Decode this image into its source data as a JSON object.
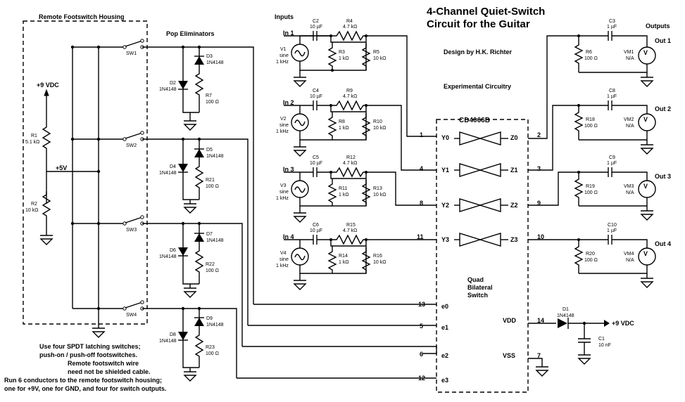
{
  "title": [
    "4-Channel Quiet-Switch",
    "Circuit for the Guitar"
  ],
  "design_by": "Design by H.K. Richter",
  "experimental": "Experimental Circuitry",
  "inputs_header": "Inputs",
  "outputs_header": "Outputs",
  "housing_label": "Remote Footswitch Housing",
  "pop_label": "Pop Eliminators",
  "ic_label": "CD4066B",
  "ic_desc": [
    "Quad",
    "Bilateral",
    "Switch"
  ],
  "supply": {
    "vcc": "+9 VDC",
    "mid": "+5V",
    "r1": [
      "R1",
      "5.1 kΩ"
    ],
    "r2": [
      "R2",
      "10 kΩ"
    ],
    "vdd_label": "VDD",
    "vdd_pin": "14",
    "vss_label": "VSS",
    "vss_pin": "7",
    "d1": [
      "D1",
      "1N4148"
    ],
    "vcc_right": "+9 VDC",
    "c1": [
      "C1",
      "10 nF"
    ]
  },
  "inputs": [
    {
      "label": "In 1",
      "v": [
        "V1",
        "sine",
        "1 kHz"
      ],
      "cap": [
        "C2",
        "10 µF"
      ],
      "rs": [
        "R4",
        "4.7 kΩ"
      ],
      "rsh": [
        "R3",
        "1 kΩ"
      ],
      "rl": [
        "R5",
        "10 kΩ"
      ],
      "ypin": "1",
      "y": "Y0"
    },
    {
      "label": "In 2",
      "v": [
        "V2",
        "sine",
        "1 kHz"
      ],
      "cap": [
        "C4",
        "10 µF"
      ],
      "rs": [
        "R9",
        "4.7 kΩ"
      ],
      "rsh": [
        "R8",
        "1 kΩ"
      ],
      "rl": [
        "R10",
        "10 kΩ"
      ],
      "ypin": "4",
      "y": "Y1"
    },
    {
      "label": "In 3",
      "v": [
        "V3",
        "sine",
        "1 kHz"
      ],
      "cap": [
        "C5",
        "10 µF"
      ],
      "rs": [
        "R12",
        "4.7 kΩ"
      ],
      "rsh": [
        "R11",
        "1 kΩ"
      ],
      "rl": [
        "R13",
        "10 kΩ"
      ],
      "ypin": "8",
      "y": "Y2"
    },
    {
      "label": "In 4",
      "v": [
        "V4",
        "sine",
        "1 kHz"
      ],
      "cap": [
        "C6",
        "10 µF"
      ],
      "rs": [
        "R15",
        "4.7 kΩ"
      ],
      "rsh": [
        "R14",
        "1 kΩ"
      ],
      "rl": [
        "R16",
        "10 kΩ"
      ],
      "ypin": "11",
      "y": "Y3"
    }
  ],
  "outputs": [
    {
      "label": "Out 1",
      "z": "Z0",
      "zpin": "2",
      "cap": [
        "C3",
        "1 µF"
      ],
      "r": [
        "R6",
        "100 Ω"
      ],
      "vm": [
        "VM1",
        "N/A"
      ]
    },
    {
      "label": "Out 2",
      "z": "Z1",
      "zpin": "3",
      "cap": [
        "C8",
        "1 µF"
      ],
      "r": [
        "R18",
        "100 Ω"
      ],
      "vm": [
        "VM2",
        "N/A"
      ]
    },
    {
      "label": "Out 3",
      "z": "Z2",
      "zpin": "9",
      "cap": [
        "C9",
        "1 µF"
      ],
      "r": [
        "R19",
        "100 Ω"
      ],
      "vm": [
        "VM3",
        "N/A"
      ]
    },
    {
      "label": "Out 4",
      "z": "Z3",
      "zpin": "10",
      "cap": [
        "C10",
        "1 µF"
      ],
      "r": [
        "R20",
        "100 Ω"
      ],
      "vm": [
        "VM4",
        "N/A"
      ]
    }
  ],
  "controls": [
    {
      "pin": "13",
      "e": "e0"
    },
    {
      "pin": "5",
      "e": "e1"
    },
    {
      "pin": "6",
      "e": "e2"
    },
    {
      "pin": "12",
      "e": "e3"
    }
  ],
  "switches": [
    {
      "sw": "SW1",
      "dtop": [
        "D3",
        "1N4148"
      ],
      "dbot": [
        "D2",
        "1N4148"
      ],
      "r": [
        "R7",
        "100 Ω"
      ]
    },
    {
      "sw": "SW2",
      "dtop": [
        "D5",
        "1N4148"
      ],
      "dbot": [
        "D4",
        "1N4148"
      ],
      "r": [
        "R21",
        "100 Ω"
      ]
    },
    {
      "sw": "SW3",
      "dtop": [
        "D7",
        "1N4148"
      ],
      "dbot": [
        "D6",
        "1N4148"
      ],
      "r": [
        "R22",
        "100 Ω"
      ]
    },
    {
      "sw": "SW4",
      "dtop": [
        "D9",
        "1N4148"
      ],
      "dbot": [
        "D8",
        "1N4148"
      ],
      "r": [
        "R23",
        "100 Ω"
      ]
    }
  ],
  "notes": [
    "Use four SPDT latching switches;",
    "push-on / push-off footswitches.",
    "Remote footswitch wire",
    "need not be shielded cable.",
    "Run 6 conductors to the remote footswitch housing;",
    "one for +9V, one for GND, and four for switch outputs."
  ]
}
